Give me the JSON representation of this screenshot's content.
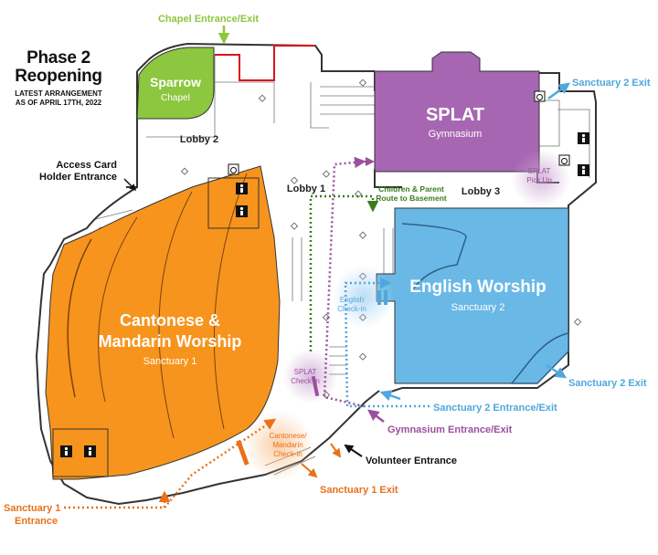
{
  "header": {
    "line1": "Phase 2",
    "line2": "Reopening",
    "subtitle1": "LATEST ARRANGEMENT",
    "subtitle2": "AS OF APRIL 17TH, 2022"
  },
  "rooms": {
    "sparrow": {
      "name": "Sparrow",
      "sub": "Chapel",
      "color": "#8dc63f"
    },
    "splat": {
      "name": "SPLAT",
      "sub": "Gymnasium",
      "color": "#a766b1"
    },
    "english": {
      "name": "English Worship",
      "sub": "Sanctuary 2",
      "color": "#6ab8e6"
    },
    "cantonese": {
      "line1": "Cantonese &",
      "line2": "Mandarin Worship",
      "sub": "Sanctuary 1",
      "color": "#f7941d"
    }
  },
  "lobbies": {
    "l1": "Lobby 1",
    "l2": "Lobby 2",
    "l3": "Lobby 3"
  },
  "labels": {
    "chapel_entrance": "Chapel Entrance/Exit",
    "access_line1": "Access Card",
    "access_line2": "Holder Entrance",
    "children_line1": "Children & Parent",
    "children_line2": "Route to Basement",
    "splat_pickup_line1": "SPLAT",
    "splat_pickup_line2": "Pick Up",
    "s2_exit_top": "Sanctuary 2 Exit",
    "s2_exit_bottom": "Sanctuary 2 Exit",
    "english_checkin_line1": "English",
    "english_checkin_line2": "Check-in",
    "splat_checkin_line1": "SPLAT",
    "splat_checkin_line2": "Check-in",
    "s2_entrance": "Sanctuary 2 Entrance/Exit",
    "gym_entrance": "Gymnasium Entrance/Exit",
    "cm_checkin_line1": "Cantonese/",
    "cm_checkin_line2": "Mandarin",
    "cm_checkin_line3": "Check-in",
    "volunteer": "Volunteer Entrance",
    "s1_exit": "Sanctuary 1 Exit",
    "s1_entrance_line1": "Sanctuary 1",
    "s1_entrance_line2": "Entrance"
  },
  "colors": {
    "green_label": "#8dc63f",
    "dark_green": "#3a7d1e",
    "blue_label": "#4fa7dd",
    "purple_label": "#9b4f9e",
    "orange_label": "#e8711a",
    "red_line": "#d7141a",
    "wall": "#333333"
  },
  "icons": [
    "restroom-icon",
    "wheelchair-icon",
    "arrow-icon"
  ]
}
